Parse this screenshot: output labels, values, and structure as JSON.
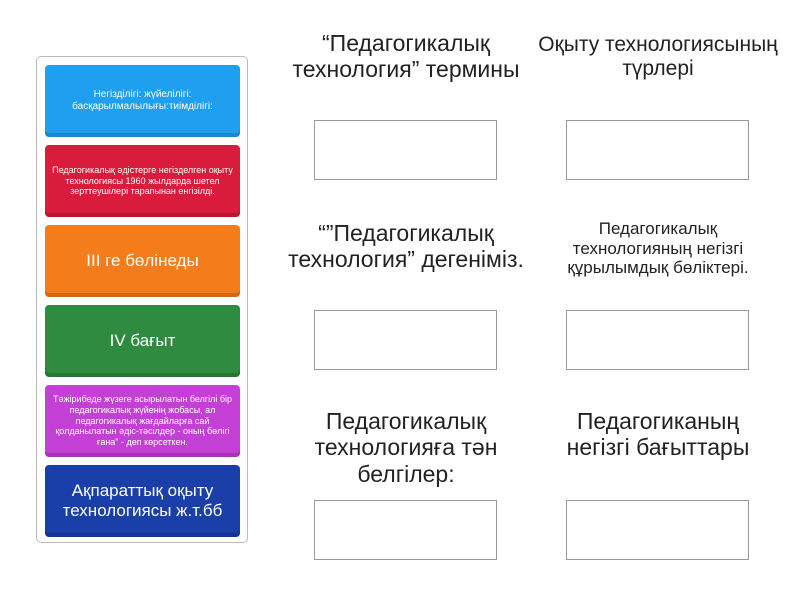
{
  "cards": [
    {
      "text": "Негізділігі: жүйелілігі: басқарылмалылығы:тиімділігі:",
      "color": "#1e9ff0"
    },
    {
      "text": "Педагогикалық әдістерге негізделген оқыту технологиясы 1960 жылдарда шетел зерттеушілері тарапынан енгізілді.",
      "color": "#d91c3b"
    },
    {
      "text": "III ге бөлінеды",
      "color": "#f47c1a"
    },
    {
      "text": "IV бағыт",
      "color": "#2e8b3f"
    },
    {
      "text": "Тәжірибеде жүзеге асырылатын белгілі бір педагогикалық жүйенің жобасы, ал педагогикалық жағдайларға сай қолданылатын әдіс-тәсілдер - оның бөлігі ғана\" - деп көрсеткен.",
      "color": "#c43fd5"
    },
    {
      "text": "Ақпараттық оқыту технологиясы ж.т.бб",
      "color": "#1b3fa8"
    }
  ],
  "targets": [
    {
      "title": "“Педагогикалық технология” термины"
    },
    {
      "title": "Оқыту технологиясының түрлері"
    },
    {
      "title": "“”Педагогикалық технология” дегеніміз."
    },
    {
      "title": "Педагогикалық технологияның негізгі құрылымдық бөліктері."
    },
    {
      "title": "Педагогикалық технологияға тән белгілер:"
    },
    {
      "title": "Педагогиканың негізгі бағыттары"
    }
  ]
}
